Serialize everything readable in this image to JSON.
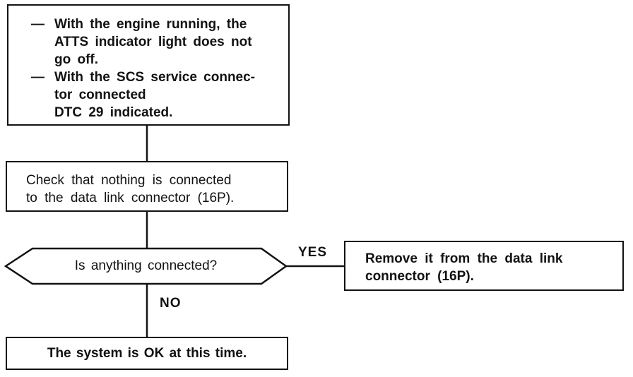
{
  "diagram": {
    "type": "troubleshooting-flowchart",
    "colors": {
      "ink": "#121212",
      "paper": "#ffffff"
    },
    "symptom": {
      "bullet": "—",
      "items": [
        "With the engine running, the\nATTS indicator light does not\ngo off.",
        "With the SCS service connec-\ntor connected\nDTC 29 indicated."
      ]
    },
    "check": {
      "text": "Check that nothing is connected\nto the data link connector (16P)."
    },
    "decision": {
      "text": "Is anything connected?",
      "yes_label": "YES",
      "no_label": "NO"
    },
    "action": {
      "text": "Remove it from the data link\nconnector (16P)."
    },
    "result": {
      "text": "The system is OK at this time."
    }
  }
}
